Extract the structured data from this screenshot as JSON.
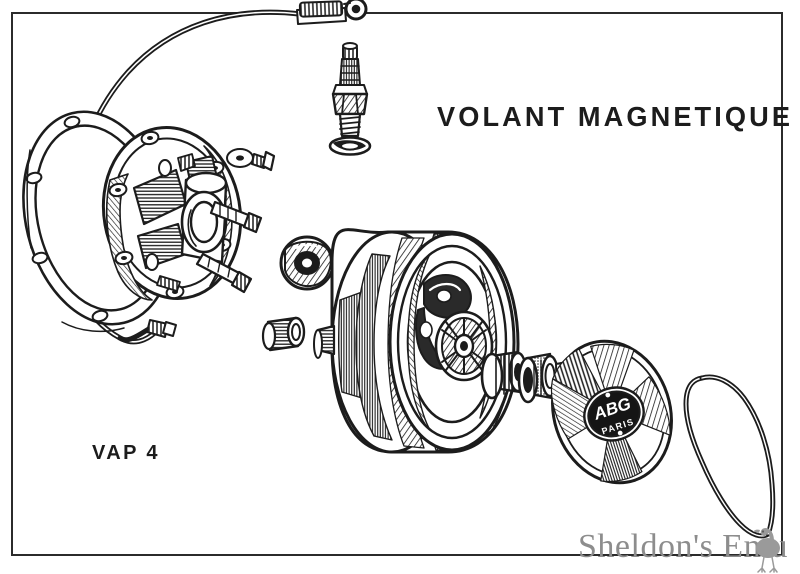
{
  "document": {
    "type": "exploded-parts-diagram",
    "title": "VOLANT MAGNETIQUE",
    "model_label": "VAP 4",
    "manufacturer_badge": {
      "line1": "ABG",
      "line2": "PARIS"
    },
    "watermark": "Sheldon's Emu",
    "background_color": "#ffffff",
    "ink_color": "#1c1c1c",
    "border_color": "#2b2b2b",
    "watermark_color": "#8d8d8d"
  },
  "parts": [
    {
      "id": "ht-lead",
      "name": "high-tension-lead-with-ring-terminal"
    },
    {
      "id": "spark-plug",
      "name": "spark-plug"
    },
    {
      "id": "plug-washer",
      "name": "spark-plug-sealing-washer"
    },
    {
      "id": "gasket-ring",
      "name": "backplate-gasket-ring"
    },
    {
      "id": "stator-plate",
      "name": "stator-backplate-with-coils"
    },
    {
      "id": "screw-upper",
      "name": "mounting-screw-upper"
    },
    {
      "id": "screw-middle",
      "name": "mounting-screw-middle"
    },
    {
      "id": "screw-lower",
      "name": "mounting-screw-lower"
    },
    {
      "id": "cam-nut",
      "name": "contact-breaker-cam-nut"
    },
    {
      "id": "spacer-bush",
      "name": "spacer-bush"
    },
    {
      "id": "flywheel",
      "name": "magneto-flywheel-rotor"
    },
    {
      "id": "bearing-inner",
      "name": "roller-bearing-inner"
    },
    {
      "id": "bearing-outer",
      "name": "roller-bearing-outer"
    },
    {
      "id": "cover-plate",
      "name": "flywheel-cover-plate-with-abg-badge"
    },
    {
      "id": "circlip",
      "name": "retaining-circlip"
    }
  ]
}
